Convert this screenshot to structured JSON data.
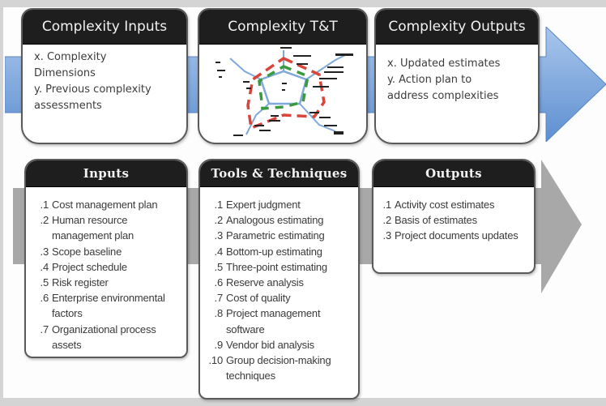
{
  "colors": {
    "blue_arrow": "#6b9bd6",
    "gray_arrow": "#a6a6a6",
    "header_bg": "#1e1e1e",
    "header_text": "#f2f2f2",
    "diagram_red": "#d9453a",
    "diagram_green": "#3a9a3f",
    "diagram_blue": "#7fa9d9"
  },
  "complexity_row": {
    "inputs": {
      "title": "Complexity Inputs",
      "lines": [
        "x. Complexity",
        "Dimensions",
        "y. Previous complexity",
        "assessments"
      ]
    },
    "tools": {
      "title": "Complexity T&T",
      "figure": "pentagon-complexity-diagram"
    },
    "outputs": {
      "title": "Complexity Outputs",
      "lines": [
        "x. Updated estimates",
        "y. Action plan to",
        "address complexities"
      ]
    }
  },
  "process_row": {
    "inputs": {
      "title": "Inputs",
      "items": [
        {
          "num": ".1",
          "text": "Cost management plan"
        },
        {
          "num": ".2",
          "text": "Human resource management plan"
        },
        {
          "num": ".3",
          "text": "Scope baseline"
        },
        {
          "num": ".4",
          "text": "Project schedule"
        },
        {
          "num": ".5",
          "text": "Risk register"
        },
        {
          "num": ".6",
          "text": "Enterprise environmental factors"
        },
        {
          "num": ".7",
          "text": "Organizational process assets"
        }
      ]
    },
    "tools": {
      "title": "Tools & Techniques",
      "items": [
        {
          "num": ".1",
          "text": "Expert judgment"
        },
        {
          "num": ".2",
          "text": "Analogous estimating"
        },
        {
          "num": ".3",
          "text": "Parametric estimating"
        },
        {
          "num": ".4",
          "text": "Bottom-up estimating"
        },
        {
          "num": ".5",
          "text": "Three-point estimating"
        },
        {
          "num": ".6",
          "text": "Reserve analysis"
        },
        {
          "num": ".7",
          "text": "Cost of quality"
        },
        {
          "num": ".8",
          "text": "Project management software"
        },
        {
          "num": ".9",
          "text": "Vendor bid analysis"
        },
        {
          "num": ".10",
          "text": "Group decision-making techniques"
        }
      ]
    },
    "outputs": {
      "title": "Outputs",
      "items": [
        {
          "num": ".1",
          "text": "Activity cost estimates"
        },
        {
          "num": ".2",
          "text": "Basis of estimates"
        },
        {
          "num": ".3",
          "text": "Project documents updates"
        }
      ]
    }
  }
}
